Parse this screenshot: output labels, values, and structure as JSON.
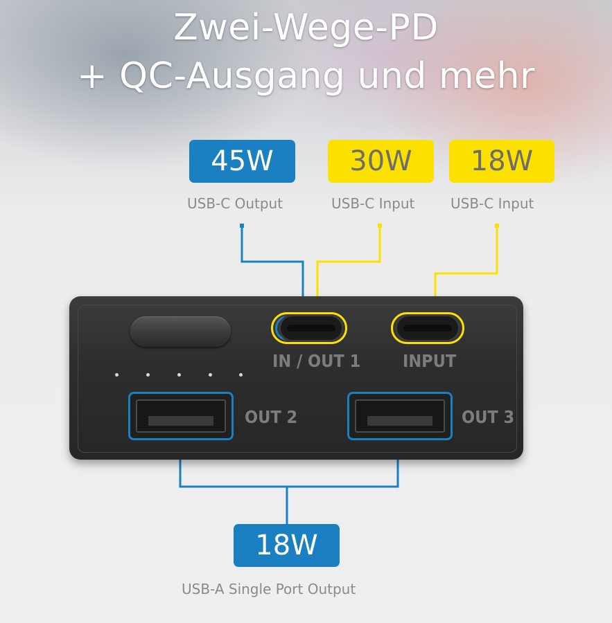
{
  "title": {
    "line1": "Zwei-Wege-PD",
    "line2": "+ QC-Ausgang und mehr"
  },
  "colors": {
    "blue": "#1a80c2",
    "yellow": "#fce000"
  },
  "badges": {
    "usbc_output": {
      "value": "45W",
      "caption": "USB-C Output"
    },
    "usbc_input_30": {
      "value": "30W",
      "caption": "USB-C Input"
    },
    "usbc_input_18": {
      "value": "18W",
      "caption": "USB-C Input"
    },
    "usba_output": {
      "value": "18W",
      "caption": "USB-A Single Port Output"
    }
  },
  "ports": {
    "in_out_1": "IN / OUT 1",
    "input": "INPUT",
    "out_2": "OUT 2",
    "out_3": "OUT 3"
  },
  "led_count": 5
}
